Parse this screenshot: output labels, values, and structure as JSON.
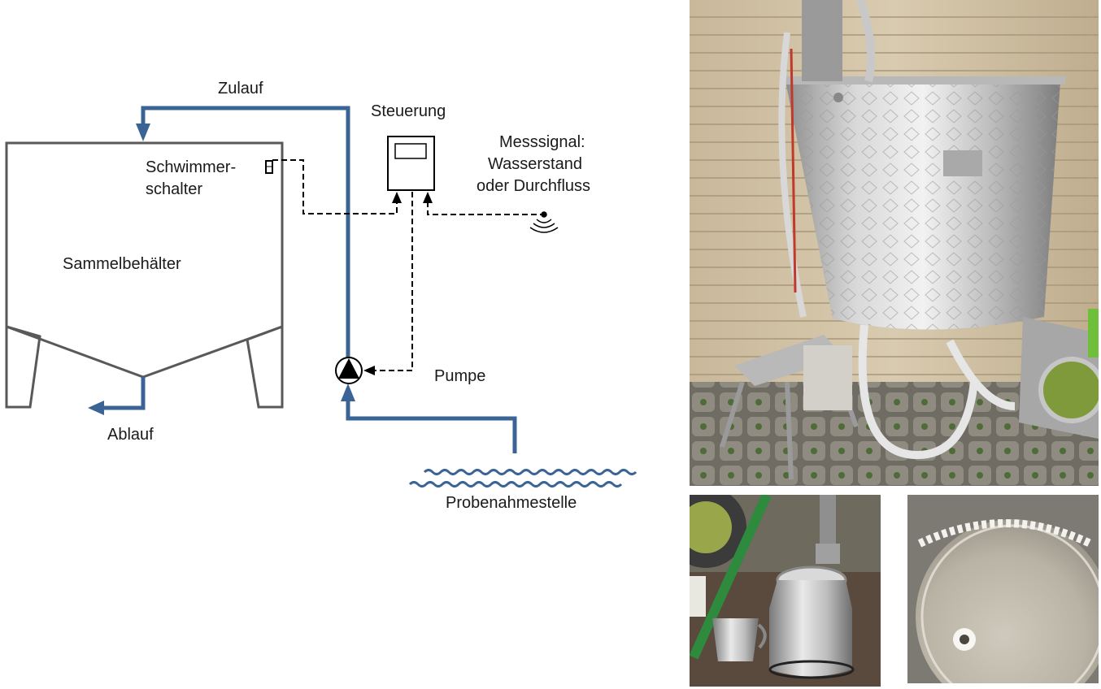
{
  "diagram": {
    "labels": {
      "inlet": "Zulauf",
      "controller": "Steuerung",
      "float_switch_line1": "Schwimmer-",
      "float_switch_line2": "schalter",
      "signal_line1": "Messsignal:",
      "signal_line2": "Wasserstand",
      "signal_line3": "oder Durchfluss",
      "tank": "Sammelbehälter",
      "pump": "Pumpe",
      "outlet": "Ablauf",
      "sampling_point": "Probenahmestelle"
    },
    "colors": {
      "pipe": "#3a6496",
      "tank_outline": "#595959",
      "signal_line": "#000000",
      "water": "#3a6496"
    }
  },
  "photos": {
    "main": {
      "subject": "stainless steel collection tank in wooden shed with pump and step stool"
    },
    "can": {
      "subject": "stainless steel milk can and jug under tank outlet"
    },
    "tank_interior": {
      "subject": "interior bottom of stainless tank with drain"
    }
  }
}
